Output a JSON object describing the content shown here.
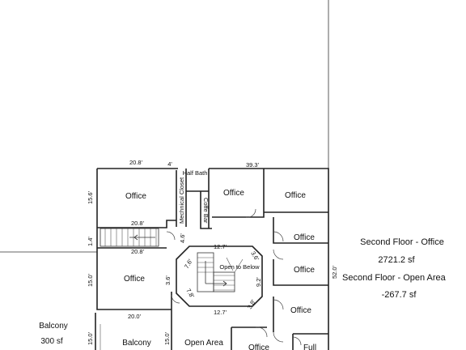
{
  "rooms": {
    "office_left_top": "Office",
    "half_bath": "Half Bath",
    "mechanical_closet": "Mechnical Closet",
    "coffee_bar": "Coffe Bar",
    "office_mid_top": "Office",
    "office_right_top": "Office",
    "office_right_1": "Office",
    "office_right_2": "Office",
    "office_right_3": "Office",
    "office_left_mid": "Office",
    "open_to_below": "Open to Below",
    "balcony_inner": "Balcony",
    "open_area": "Open Area",
    "office_bottom": "Office",
    "full_bath": "Full"
  },
  "balcony_outer": {
    "name": "Balcony",
    "area": "300 sf"
  },
  "dimensions": {
    "top_left_width": "20.8'",
    "top_gap": "4'",
    "top_right_width": "39.3'",
    "left_top_height": "15.6'",
    "stair_top": "20.8'",
    "stair_bottom": "20.8'",
    "stair_gap": "1.4'",
    "hall_height": "4.6'",
    "atrium_top": "12.7'",
    "atrium_bottom": "12.7'",
    "atrium_left": "3.6'",
    "atrium_ne": "3.6'",
    "atrium_se": "3.8'",
    "atrium_right": "9.2'",
    "atrium_nw": "7.6'",
    "atrium_sw": "7.8'",
    "left_mid_height": "15.0'",
    "left_mid_width": "20.0'",
    "balcony_height_left": "15.0'",
    "balcony_height_right": "15.0'",
    "right_total": "52.0'"
  },
  "summary": {
    "office_title": "Second Floor - Office",
    "office_area": "2721.2 sf",
    "open_title": "Second Floor - Open Area",
    "open_area": "-267.7 sf"
  },
  "colors": {
    "line": "#222222",
    "paper": "#ffffff"
  }
}
